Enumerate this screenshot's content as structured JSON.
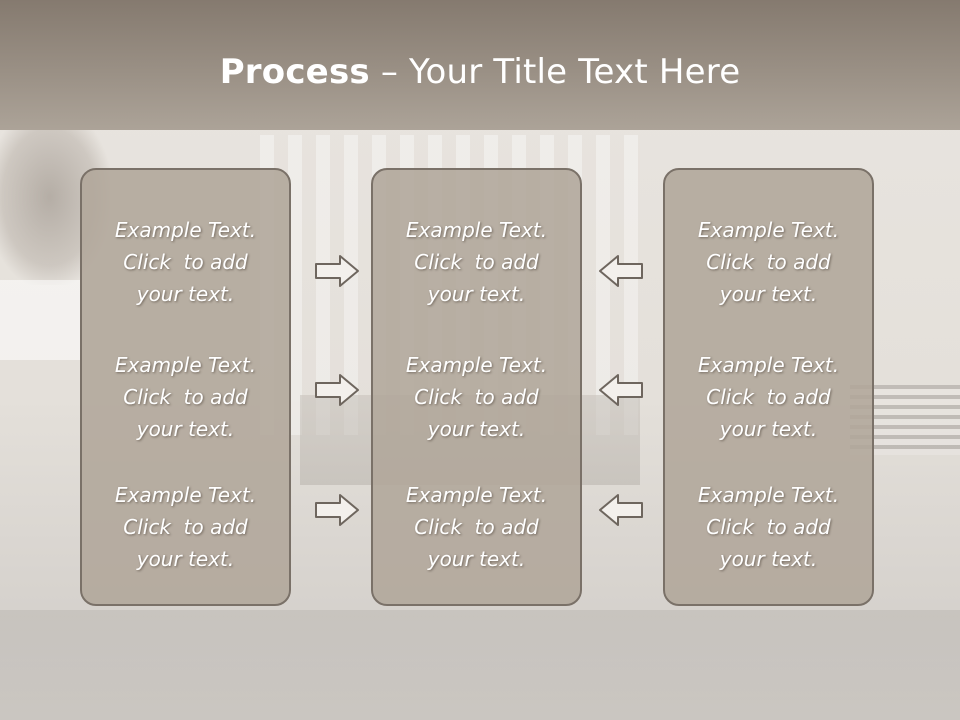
{
  "title": {
    "bold": "Process",
    "rest": " – Your Title Text Here"
  },
  "columns": [
    {
      "items": [
        {
          "line1": "Example Text.",
          "line2": "Click  to add",
          "line3": "your text."
        },
        {
          "line1": "Example Text.",
          "line2": "Click  to add",
          "line3": "your text."
        },
        {
          "line1": "Example Text.",
          "line2": "Click  to add",
          "line3": "your text."
        }
      ]
    },
    {
      "items": [
        {
          "line1": "Example Text.",
          "line2": "Click  to add",
          "line3": "your text."
        },
        {
          "line1": "Example Text.",
          "line2": "Click  to add",
          "line3": "your text."
        },
        {
          "line1": "Example Text.",
          "line2": "Click  to add",
          "line3": "your text."
        }
      ]
    },
    {
      "items": [
        {
          "line1": "Example Text.",
          "line2": "Click  to add",
          "line3": "your text."
        },
        {
          "line1": "Example Text.",
          "line2": "Click  to add",
          "line3": "your text."
        },
        {
          "line1": "Example Text.",
          "line2": "Click  to add",
          "line3": "your text."
        }
      ]
    }
  ],
  "arrows": {
    "left_group": "right-arrow-icon",
    "right_group": "left-arrow-icon"
  },
  "colors": {
    "header": "#9a9085",
    "box_fill": "#b0a69a",
    "box_border": "#7a7168",
    "text": "#ffffff"
  }
}
